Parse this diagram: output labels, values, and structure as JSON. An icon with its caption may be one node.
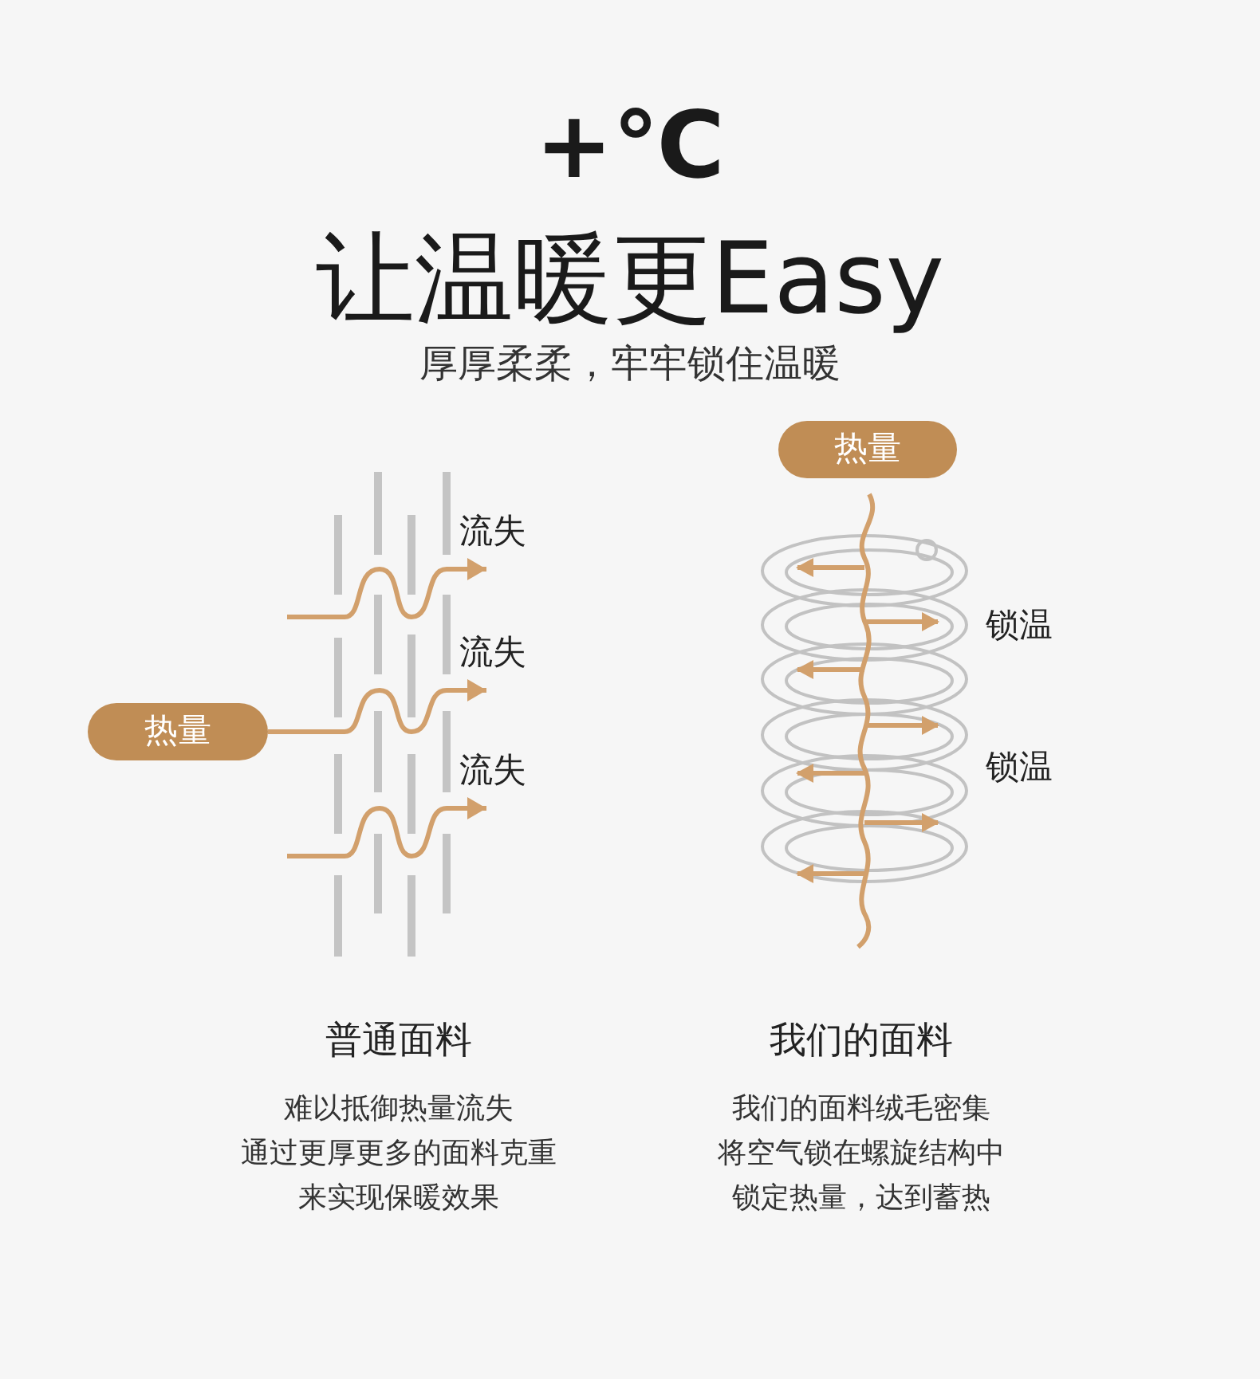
{
  "diagram": {
    "title": "让温暖更Easy",
    "nodes": [
      {
        "text": [
          "热量"
        ]
      },
      {
        "text": [
          "流失"
        ]
      },
      {
        "text": [
          "流失"
        ]
      },
      {
        "text": [
          "流失"
        ]
      },
      {
        "text": [
          "热量"
        ]
      }
    ],
    "edges": [
      {
        "from": null,
        "to": 1,
        "arrow": "to"
      },
      {
        "from": 0,
        "to": 2,
        "arrow": "to"
      },
      {
        "from": null,
        "to": 3,
        "arrow": "to"
      }
    ],
    "labels": [
      "+℃",
      "厚厚柔柔，牢牢锁住温暖",
      "锁温",
      "锁温",
      "普通面料",
      "难以抵御热量流失",
      "通过更厚更多的面料克重",
      "来实现保暖效果",
      "我们的面料",
      "我们的面料绒毛密集",
      "将空气锁在螺旋结构中",
      "锁定热量，达到蓄热"
    ]
  }
}
